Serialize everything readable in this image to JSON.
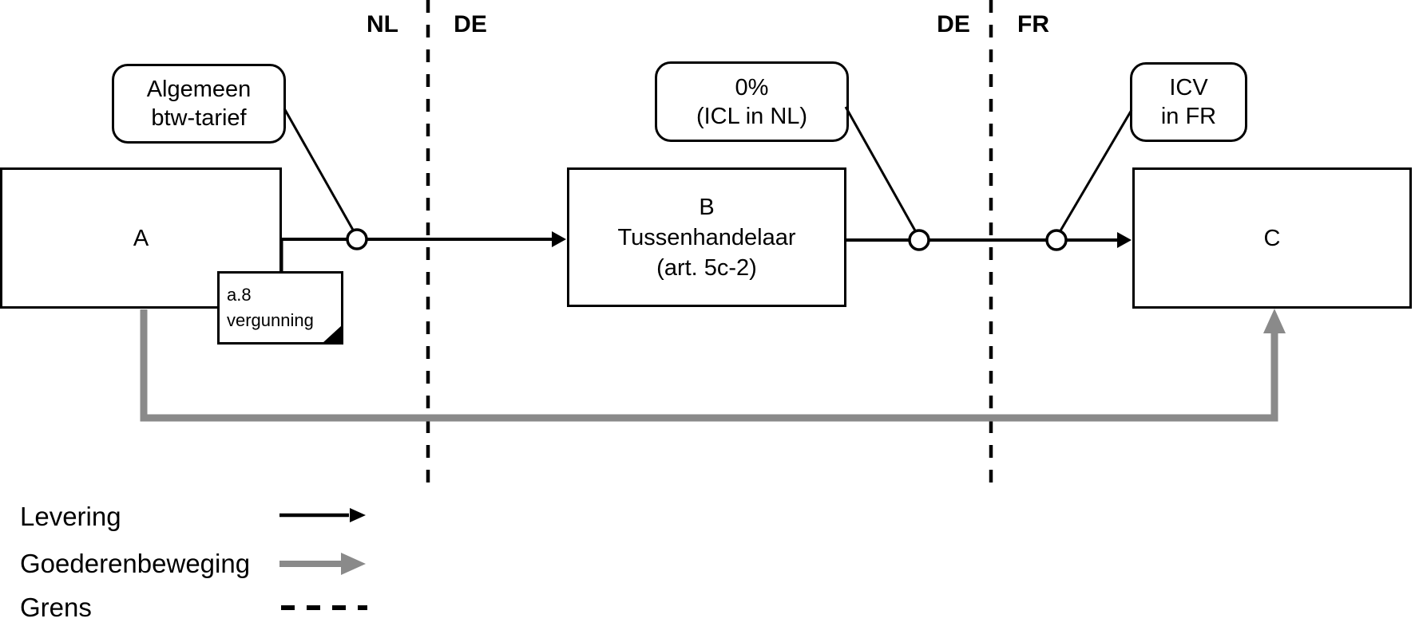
{
  "regions": {
    "nl": "NL",
    "de_left": "DE",
    "de_right": "DE",
    "fr": "FR"
  },
  "boxes": {
    "a": {
      "label": "A"
    },
    "b": {
      "lines": [
        "B",
        "Tussenhandelaar",
        "(art. 5c-2)"
      ]
    },
    "c": {
      "label": "C"
    }
  },
  "callouts": {
    "general_rate": {
      "lines": [
        "Algemeen",
        "btw-tarief"
      ]
    },
    "zero_rate": {
      "lines": [
        "0%",
        "(ICL in NL)"
      ]
    },
    "icv": {
      "lines": [
        "ICV",
        "in FR"
      ]
    }
  },
  "note": {
    "lines": [
      "a.8",
      "vergunning"
    ]
  },
  "legend": {
    "items": [
      {
        "label": "Levering",
        "symbol": "black-arrow"
      },
      {
        "label": "Goederenbeweging",
        "symbol": "gray-arrow"
      },
      {
        "label": "Grens",
        "symbol": "dashed-line"
      }
    ]
  },
  "colors": {
    "line": "#000000",
    "goods_movement": "#8a8a8a",
    "background": "#ffffff"
  }
}
